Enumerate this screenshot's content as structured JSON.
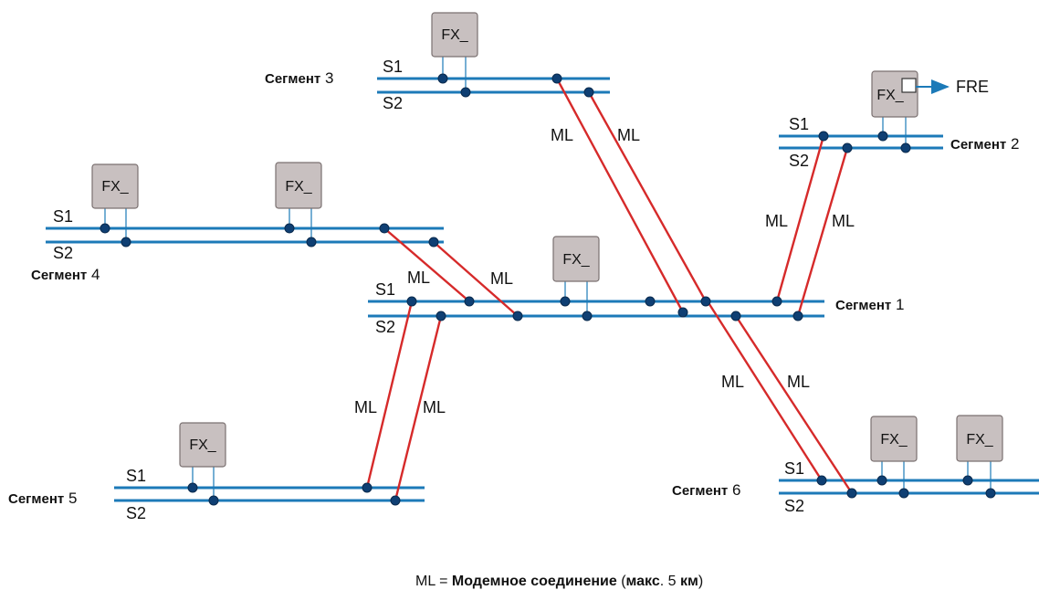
{
  "box_label": "FX_",
  "bus_s1": "S1",
  "bus_s2": "S2",
  "link_label": "ML",
  "segment_word": "Сегмент",
  "segments": {
    "s1": "1",
    "s2": "2",
    "s3": "3",
    "s4": "4",
    "s5": "5",
    "s6": "6"
  },
  "fre_label": "FRE",
  "caption": {
    "prefix": "ML = ",
    "bold1": "Модемное соединение",
    "open": " (",
    "bold2": "макс",
    "mid": ". 5 ",
    "bold3": "км",
    "close": ")"
  },
  "colors": {
    "bus": "#1c7ab8",
    "link": "#d62a2a",
    "node": "#0f3f73",
    "box": "#c8c0c0"
  }
}
